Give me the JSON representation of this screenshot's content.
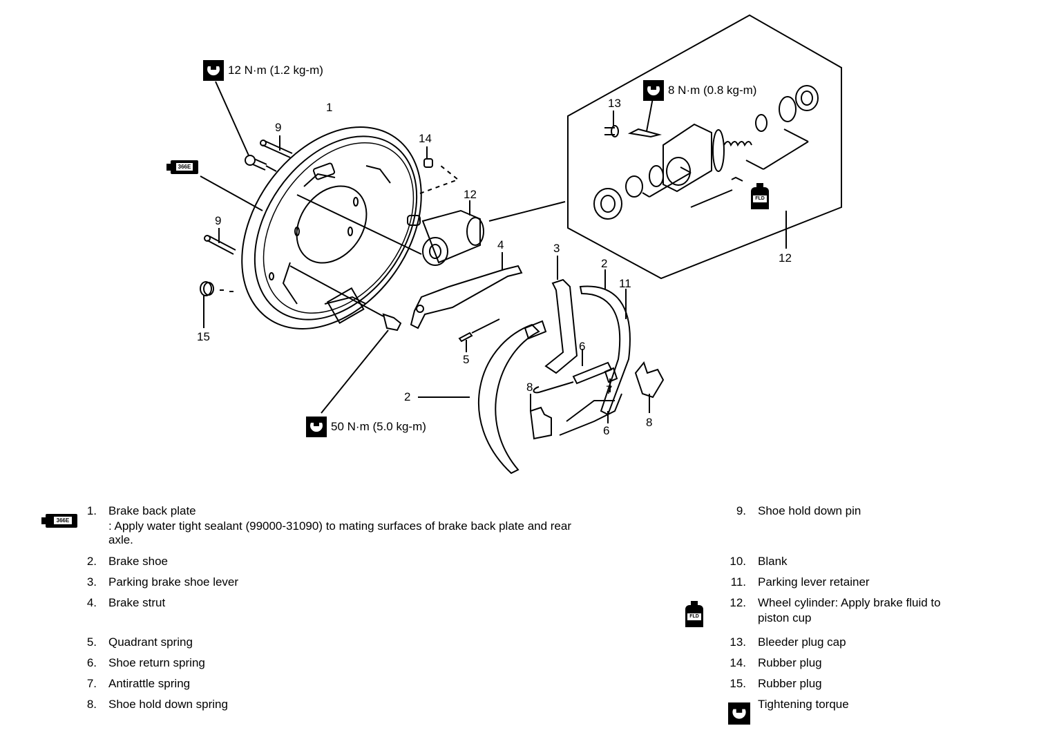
{
  "torque_specs": [
    {
      "id": "t12",
      "label": "12 N·m (1.2 kg-m)"
    },
    {
      "id": "t8",
      "label": "8 N·m (0.8 kg-m)"
    },
    {
      "id": "t50",
      "label": "50 N·m (5.0 kg-m)"
    }
  ],
  "symbols": {
    "sealant": "366E",
    "fluid": "FLD"
  },
  "callouts": [
    "1",
    "9",
    "14",
    "12",
    "9",
    "15",
    "4",
    "3",
    "2",
    "11",
    "6",
    "5",
    "7",
    "8",
    "6",
    "8",
    "2",
    "13",
    "12"
  ],
  "legend": {
    "left": [
      {
        "num": "1.",
        "text": "Brake back plate",
        "note": ": Apply water tight sealant (99000-31090) to mating surfaces of brake back plate and rear",
        "note2": "axle."
      },
      {
        "num": "2.",
        "text": "Brake shoe"
      },
      {
        "num": "3.",
        "text": "Parking brake shoe lever"
      },
      {
        "num": "4.",
        "text": "Brake strut"
      },
      {
        "num": "5.",
        "text": "Quadrant spring"
      },
      {
        "num": "6.",
        "text": "Shoe return spring"
      },
      {
        "num": "7.",
        "text": "Antirattle spring"
      },
      {
        "num": "8.",
        "text": "Shoe hold down spring"
      }
    ],
    "right": [
      {
        "num": "9.",
        "text": "Shoe hold down pin"
      },
      {
        "num": "10.",
        "text": "Blank"
      },
      {
        "num": "11.",
        "text": "Parking lever retainer"
      },
      {
        "num": "12.",
        "text": "Wheel cylinder: Apply brake fluid to",
        "text2": "piston cup"
      },
      {
        "num": "13.",
        "text": "Bleeder plug cap"
      },
      {
        "num": "14.",
        "text": "Rubber plug"
      },
      {
        "num": "15.",
        "text": "Rubber plug"
      },
      {
        "num": "",
        "text": "Tightening torque"
      }
    ]
  }
}
